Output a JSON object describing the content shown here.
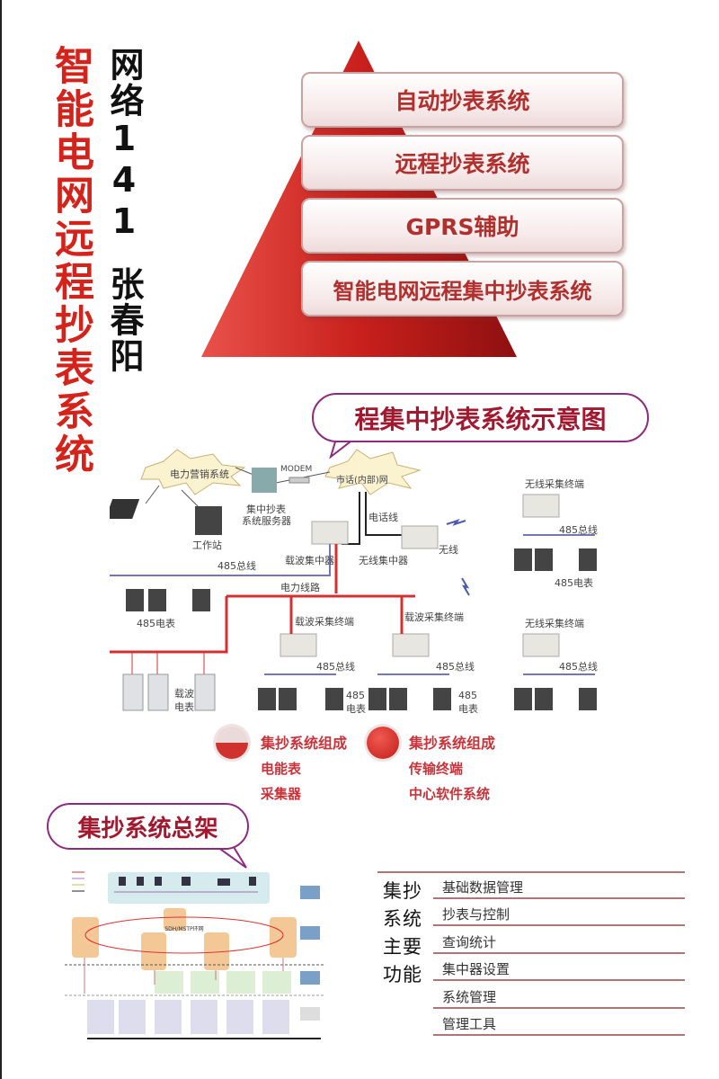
{
  "title": "智能电网远程抄表系统",
  "author": {
    "class": "网络141",
    "name": "张春阳"
  },
  "pyramid": {
    "levels": [
      "自动抄表系统",
      "远程抄表系统",
      "GPRS辅助",
      "智能电网远程集中抄表系统"
    ]
  },
  "diagram1": {
    "callout": "程集中抄表系统示意图",
    "labels": [
      "电力营销系统",
      "MODEM",
      "市话(内部)网",
      "集中抄表",
      "系统服务器",
      "工作站",
      "电话线",
      "载波集中器",
      "无线集中器",
      "无线",
      "485总线",
      "电力线路",
      "485电表",
      "载波采集终端",
      "载波采集终端",
      "无线采集终端",
      "485总线",
      "485电表",
      "无线采集终端",
      "485总线",
      "485总线",
      "485总线",
      "485",
      "电表",
      "485",
      "电表",
      "载波",
      "电表"
    ]
  },
  "composition": {
    "left": {
      "title": "集抄系统组成",
      "items": [
        "电能表",
        "采集器"
      ]
    },
    "right": {
      "title": "集抄系统组成",
      "items": [
        "传输终端",
        "中心软件系统"
      ]
    }
  },
  "diagram2": {
    "callout": "集抄系统总架",
    "ring_label": "SDH/MSTP环网"
  },
  "functions": {
    "heading": "集抄系统主要功能",
    "items": [
      "基础数据管理",
      "抄表与控制",
      "查询统计",
      "集中器设置",
      "系统管理",
      "管理工具"
    ]
  },
  "colors": {
    "red": "#d3231b",
    "purple": "#8d2a80",
    "box_text": "#b1302d"
  }
}
